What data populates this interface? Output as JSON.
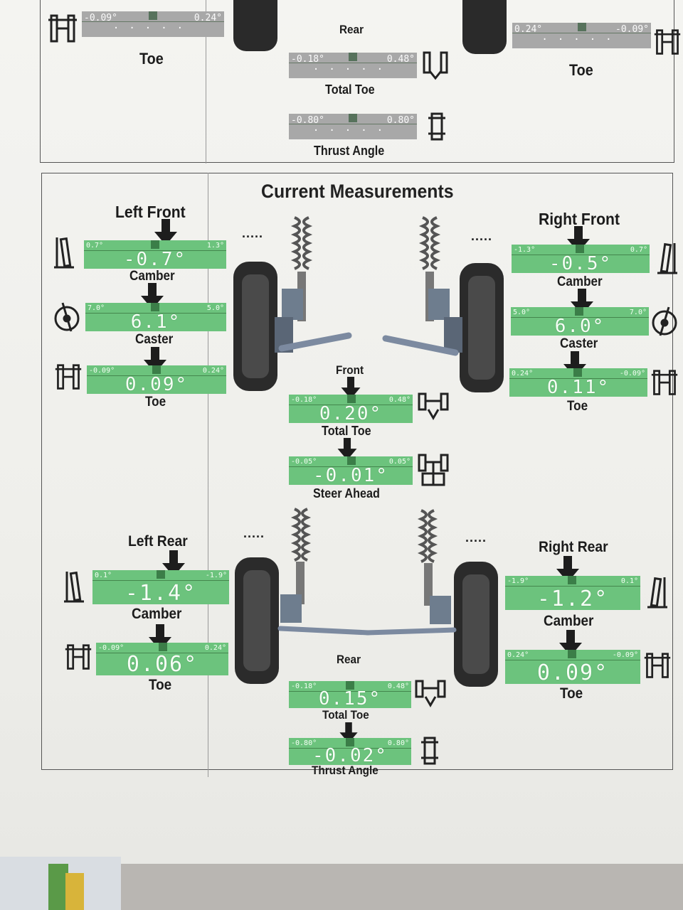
{
  "top_section": {
    "left_toe": {
      "lo": "-0.09°",
      "hi": "0.24°",
      "label": "Toe"
    },
    "right_toe": {
      "lo": "0.24°",
      "hi": "-0.09°",
      "label": "Toe"
    },
    "rear_label": "Rear",
    "total_toe": {
      "lo": "-0.18°",
      "hi": "0.48°",
      "label": "Total Toe"
    },
    "thrust_angle": {
      "lo": "-0.80°",
      "hi": "0.80°",
      "label": "Thrust Angle"
    }
  },
  "current": {
    "title": "Current Measurements",
    "left_front": {
      "heading": "Left Front",
      "camber": {
        "lo": "0.7°",
        "hi": "1.3°",
        "value": "-0.7°",
        "label": "Camber"
      },
      "caster": {
        "lo": "7.0°",
        "hi": "5.0°",
        "value": "6.1°",
        "label": "Caster"
      },
      "toe": {
        "lo": "-0.09°",
        "hi": "0.24°",
        "value": "0.09°",
        "label": "Toe"
      }
    },
    "right_front": {
      "heading": "Right Front",
      "camber": {
        "lo": "-1.3°",
        "hi": "0.7°",
        "value": "-0.5°",
        "label": "Camber"
      },
      "caster": {
        "lo": "5.0°",
        "hi": "7.0°",
        "value": "6.0°",
        "label": "Caster"
      },
      "toe": {
        "lo": "0.24°",
        "hi": "-0.09°",
        "value": "0.11°",
        "label": "Toe"
      }
    },
    "front": {
      "label": "Front",
      "total_toe": {
        "lo": "-0.18°",
        "hi": "0.48°",
        "value": "0.20°",
        "label": "Total Toe"
      },
      "steer_ahead": {
        "lo": "-0.05°",
        "hi": "0.05°",
        "value": "-0.01°",
        "label": "Steer Ahead"
      }
    },
    "left_rear": {
      "heading": "Left Rear",
      "camber": {
        "lo": "0.1°",
        "hi": "-1.9°",
        "value": "-1.4°",
        "label": "Camber"
      },
      "toe": {
        "lo": "-0.09°",
        "hi": "0.24°",
        "value": "0.06°",
        "label": "Toe"
      }
    },
    "right_rear": {
      "heading": "Right Rear",
      "camber": {
        "lo": "-1.9°",
        "hi": "0.1°",
        "value": "-1.2°",
        "label": "Camber"
      },
      "toe": {
        "lo": "0.24°",
        "hi": "-0.09°",
        "value": "0.09°",
        "label": "Toe"
      }
    },
    "rear": {
      "label": "Rear",
      "total_toe": {
        "lo": "-0.18°",
        "hi": "0.48°",
        "value": "0.15°",
        "label": "Total Toe"
      },
      "thrust_angle": {
        "lo": "-0.80°",
        "hi": "0.80°",
        "value": "-0.02°",
        "label": "Thrust Angle"
      }
    },
    "dots": "....."
  },
  "colors": {
    "gauge_green": "#6cc37d",
    "gauge_grey": "#a8a8a8"
  }
}
